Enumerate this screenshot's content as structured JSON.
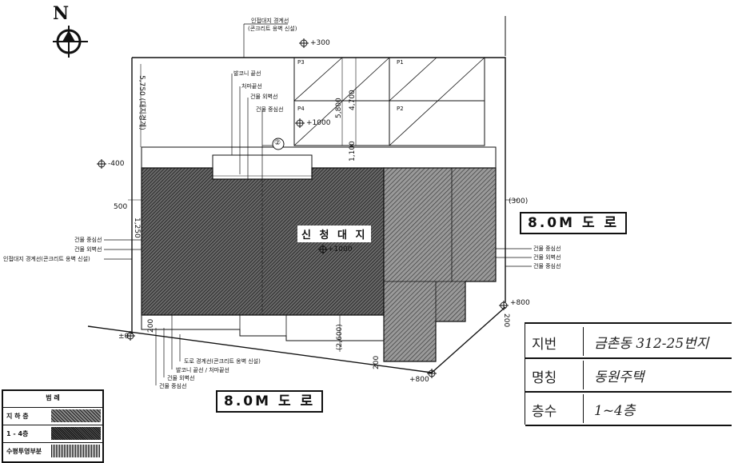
{
  "north": {
    "letter": "N"
  },
  "site": {
    "label": "신 청 대 지",
    "center_level": "+1000"
  },
  "roads": {
    "east": "8.0M 도 로",
    "south": "8.0M 도 로"
  },
  "lots": [
    "P3",
    "P1",
    "P4",
    "P2"
  ],
  "levels": {
    "top": "+300",
    "lot_mid": "+1000",
    "west": "-400",
    "southwest": "±0",
    "east_corner": "+800",
    "south_corner": "+800"
  },
  "dimensions": {
    "d5750": "5,750 (대지경계)",
    "d500": "500",
    "d1250": "1,250",
    "d5800": "5,800",
    "d4700": "4,700",
    "d1100": "1,100",
    "d300": "(300)",
    "d200_a": "200",
    "d200_b": "200",
    "d200_c": "200",
    "d2600": "(2,600)"
  },
  "marker": "②",
  "annotations": {
    "top_boundary": "인접대지 경계선",
    "top_boundary_note": "(콘크리트 옹벽 신설)",
    "balcony_line": "발코니 끝선",
    "eave_line": "처마끝선",
    "outer_wall_top": "건물 외벽선",
    "center_line_top": "건물 중심선",
    "west_center": "건물 중심선",
    "west_outer": "건물 외벽선",
    "west_boundary": "인접대지 경계선(콘크리트 옹벽 신설)",
    "east_center": "건물 중심선",
    "east_outer": "건물 외벽선",
    "east_center2": "건물 중심선",
    "south_boundary": "도로 경계선(콘크리트 옹벽 신설)",
    "south_balcony": "발코니 끝선 / 처마끝선",
    "south_outer": "건물 외벽선",
    "south_center": "건물 중심선"
  },
  "info_table": {
    "rows": [
      {
        "label": "지번",
        "value": "금촌동 312-25번지"
      },
      {
        "label": "명칭",
        "value": "동원주택"
      },
      {
        "label": "층수",
        "value": "1~4층"
      }
    ]
  },
  "legend": {
    "title": "범 례",
    "items": [
      {
        "label": "지 하 층"
      },
      {
        "label": "1 - 4층"
      },
      {
        "label": "수평투영부분"
      }
    ]
  },
  "colors": {
    "hatch_dark": "#3a3a3a",
    "hatch_light": "#7a7a7a",
    "line": "#111111"
  }
}
